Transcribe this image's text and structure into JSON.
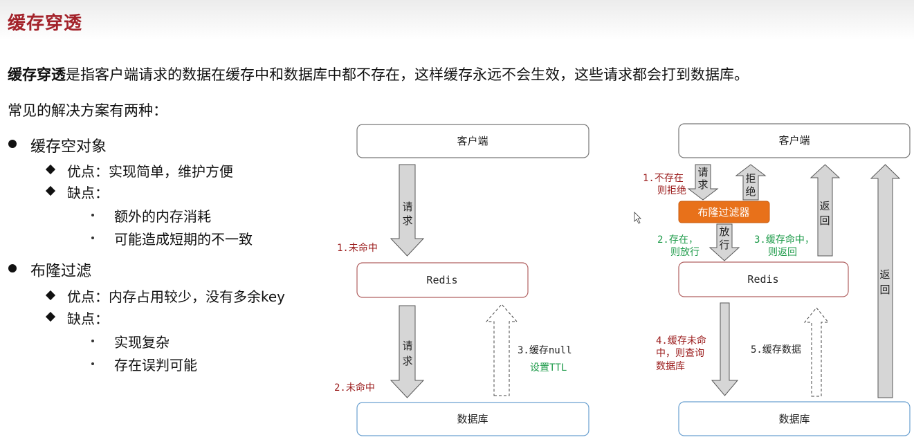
{
  "page": {
    "title": "缓存穿透",
    "intro_term": "缓存穿透",
    "intro_rest": "是指客户端请求的数据在缓存中和数据库中都不存在，这样缓存永远不会生效，这些请求都会打到数据库。",
    "subhead": "常见的解决方案有两种："
  },
  "solutions": [
    {
      "name": "缓存空对象",
      "pros": "优点：实现简单，维护方便",
      "cons_label": "缺点：",
      "cons": [
        "额外的内存消耗",
        "可能造成短期的不一致"
      ]
    },
    {
      "name": "布隆过滤",
      "pros": "优点：内存占用较少，没有多余key",
      "cons_label": "缺点：",
      "cons": [
        "实现复杂",
        "存在误判可能"
      ]
    }
  ],
  "diagram_left": {
    "client": "客户端",
    "redis": "Redis",
    "db": "数据库",
    "request1": [
      "请",
      "求"
    ],
    "request2": [
      "请",
      "求"
    ],
    "miss1": "1.未命中",
    "miss2": "2.未命中",
    "cache_null": "3.缓存null",
    "set_ttl": "设置TTL"
  },
  "diagram_right": {
    "client": "客户端",
    "bloom": "布隆过滤器",
    "redis": "Redis",
    "db": "数据库",
    "request": [
      "请",
      "求"
    ],
    "reject": [
      "拒",
      "绝"
    ],
    "return1": [
      "返",
      "回"
    ],
    "return2": [
      "返",
      "回"
    ],
    "pass": [
      "放",
      "行"
    ],
    "step1_line1": "1.不存在",
    "step1_line2": "则拒绝",
    "step2_line1": "2.存在，",
    "step2_line2": "则放行",
    "step3_line1": "3.缓存命中，",
    "step3_line2": "则返回",
    "step4_line1": "4.缓存未命",
    "step4_line2": "中，则查询",
    "step4_line3": "数据库",
    "step5": "5.缓存数据"
  },
  "colors": {
    "title": "#a3222a",
    "annotation_red": "#9b1c1c",
    "annotation_green": "#1e9b4a",
    "bloom_fill": "#e8711a",
    "arrow_fill": "#d6d6d6"
  }
}
